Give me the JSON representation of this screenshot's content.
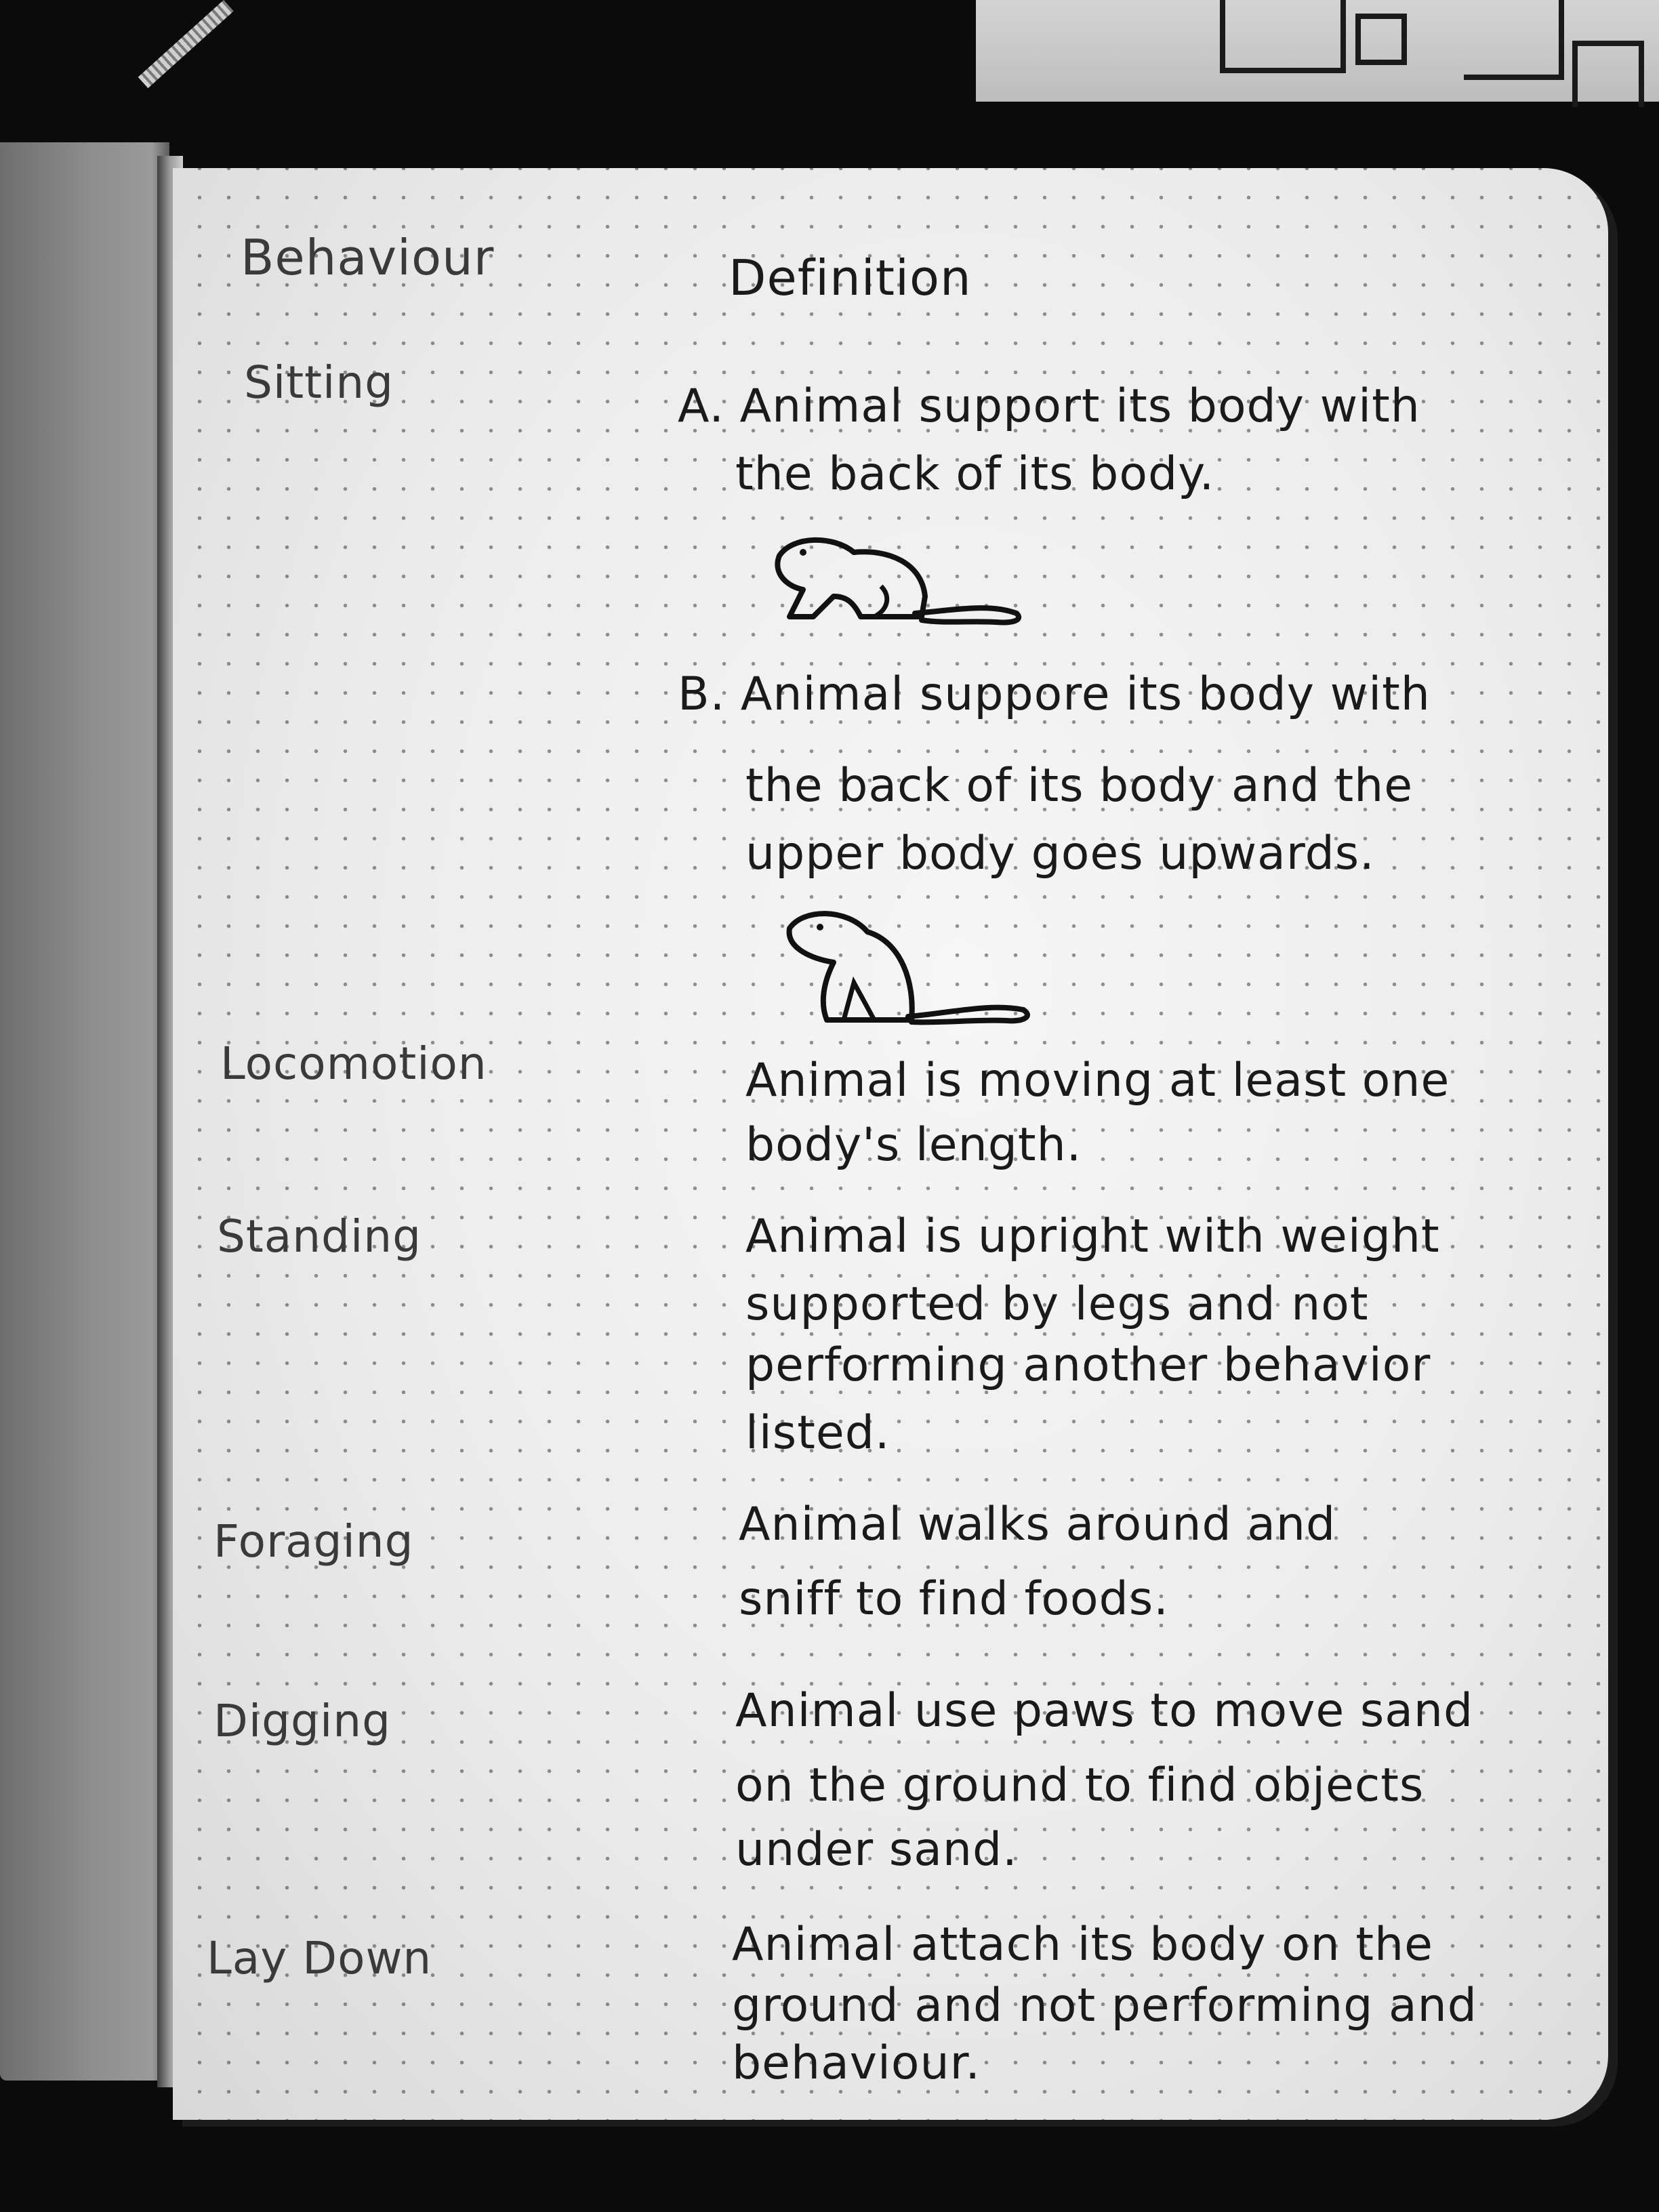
{
  "headers": {
    "behaviour": "Behaviour",
    "definition": "Definition"
  },
  "rows": [
    {
      "term": "Sitting",
      "definitions": [
        {
          "marker": "A.",
          "lines": [
            "Animal support its body with",
            "the back of its body."
          ],
          "sketch": "rodent-sitting-icon"
        },
        {
          "marker": "B.",
          "lines": [
            "Animal suppore its body with",
            "the back of its body and the",
            "upper body goes upwards."
          ],
          "sketch": "rodent-upright-icon"
        }
      ]
    },
    {
      "term": "Locomotion",
      "definitions": [
        {
          "marker": "",
          "lines": [
            "Animal is moving at least one",
            "body's length."
          ]
        }
      ]
    },
    {
      "term": "Standing",
      "definitions": [
        {
          "marker": "",
          "lines": [
            "Animal is upright with weight",
            "supported by legs and not",
            "performing another behavior",
            "listed."
          ]
        }
      ]
    },
    {
      "term": "Foraging",
      "definitions": [
        {
          "marker": "",
          "lines": [
            "Animal walks around and",
            "sniff to find foods."
          ]
        }
      ]
    },
    {
      "term": "Digging",
      "definitions": [
        {
          "marker": "",
          "lines": [
            "Animal use paws to move sand",
            "on the ground to find objects",
            "under sand."
          ]
        }
      ]
    },
    {
      "term": "Lay Down",
      "definitions": [
        {
          "marker": "",
          "lines": [
            "Animal attach its body on the",
            "ground and not performing and",
            "behaviour."
          ]
        }
      ]
    }
  ],
  "colors": {
    "ink": "#1a1a1a",
    "paper": "#f0f0f0",
    "background": "#0b0b0b"
  }
}
